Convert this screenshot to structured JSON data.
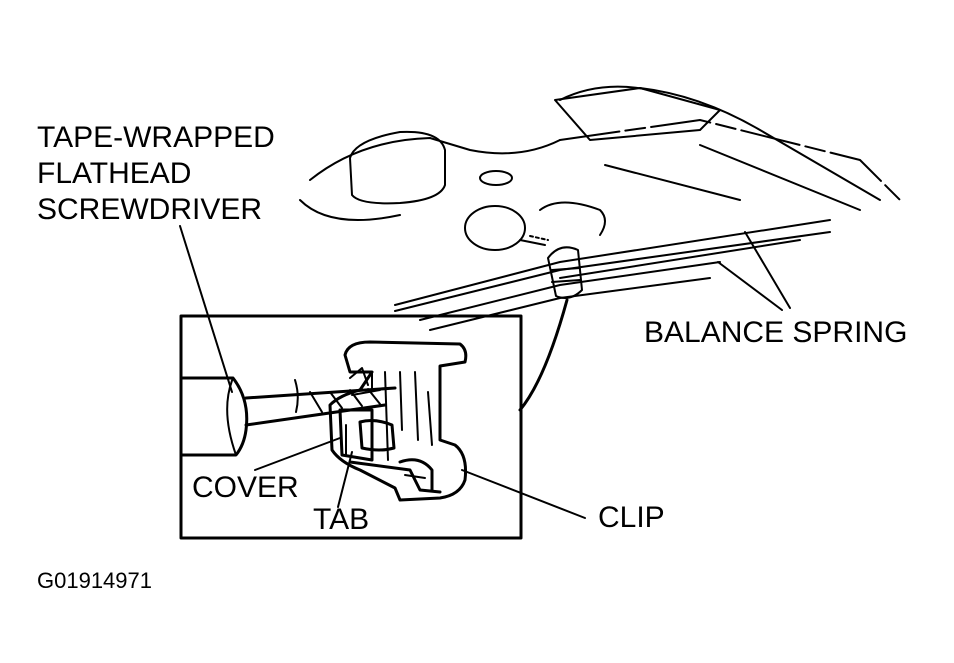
{
  "labels": {
    "screwdriver_line1": "TAPE-WRAPPED",
    "screwdriver_line2": "FLATHEAD",
    "screwdriver_line3": "SCREWDRIVER",
    "balance_spring": "BALANCE SPRING",
    "cover": "COVER",
    "tab": "TAB",
    "clip": "CLIP"
  },
  "figure_id": "G01914971",
  "colors": {
    "ink": "#000000",
    "paper": "#ffffff"
  }
}
